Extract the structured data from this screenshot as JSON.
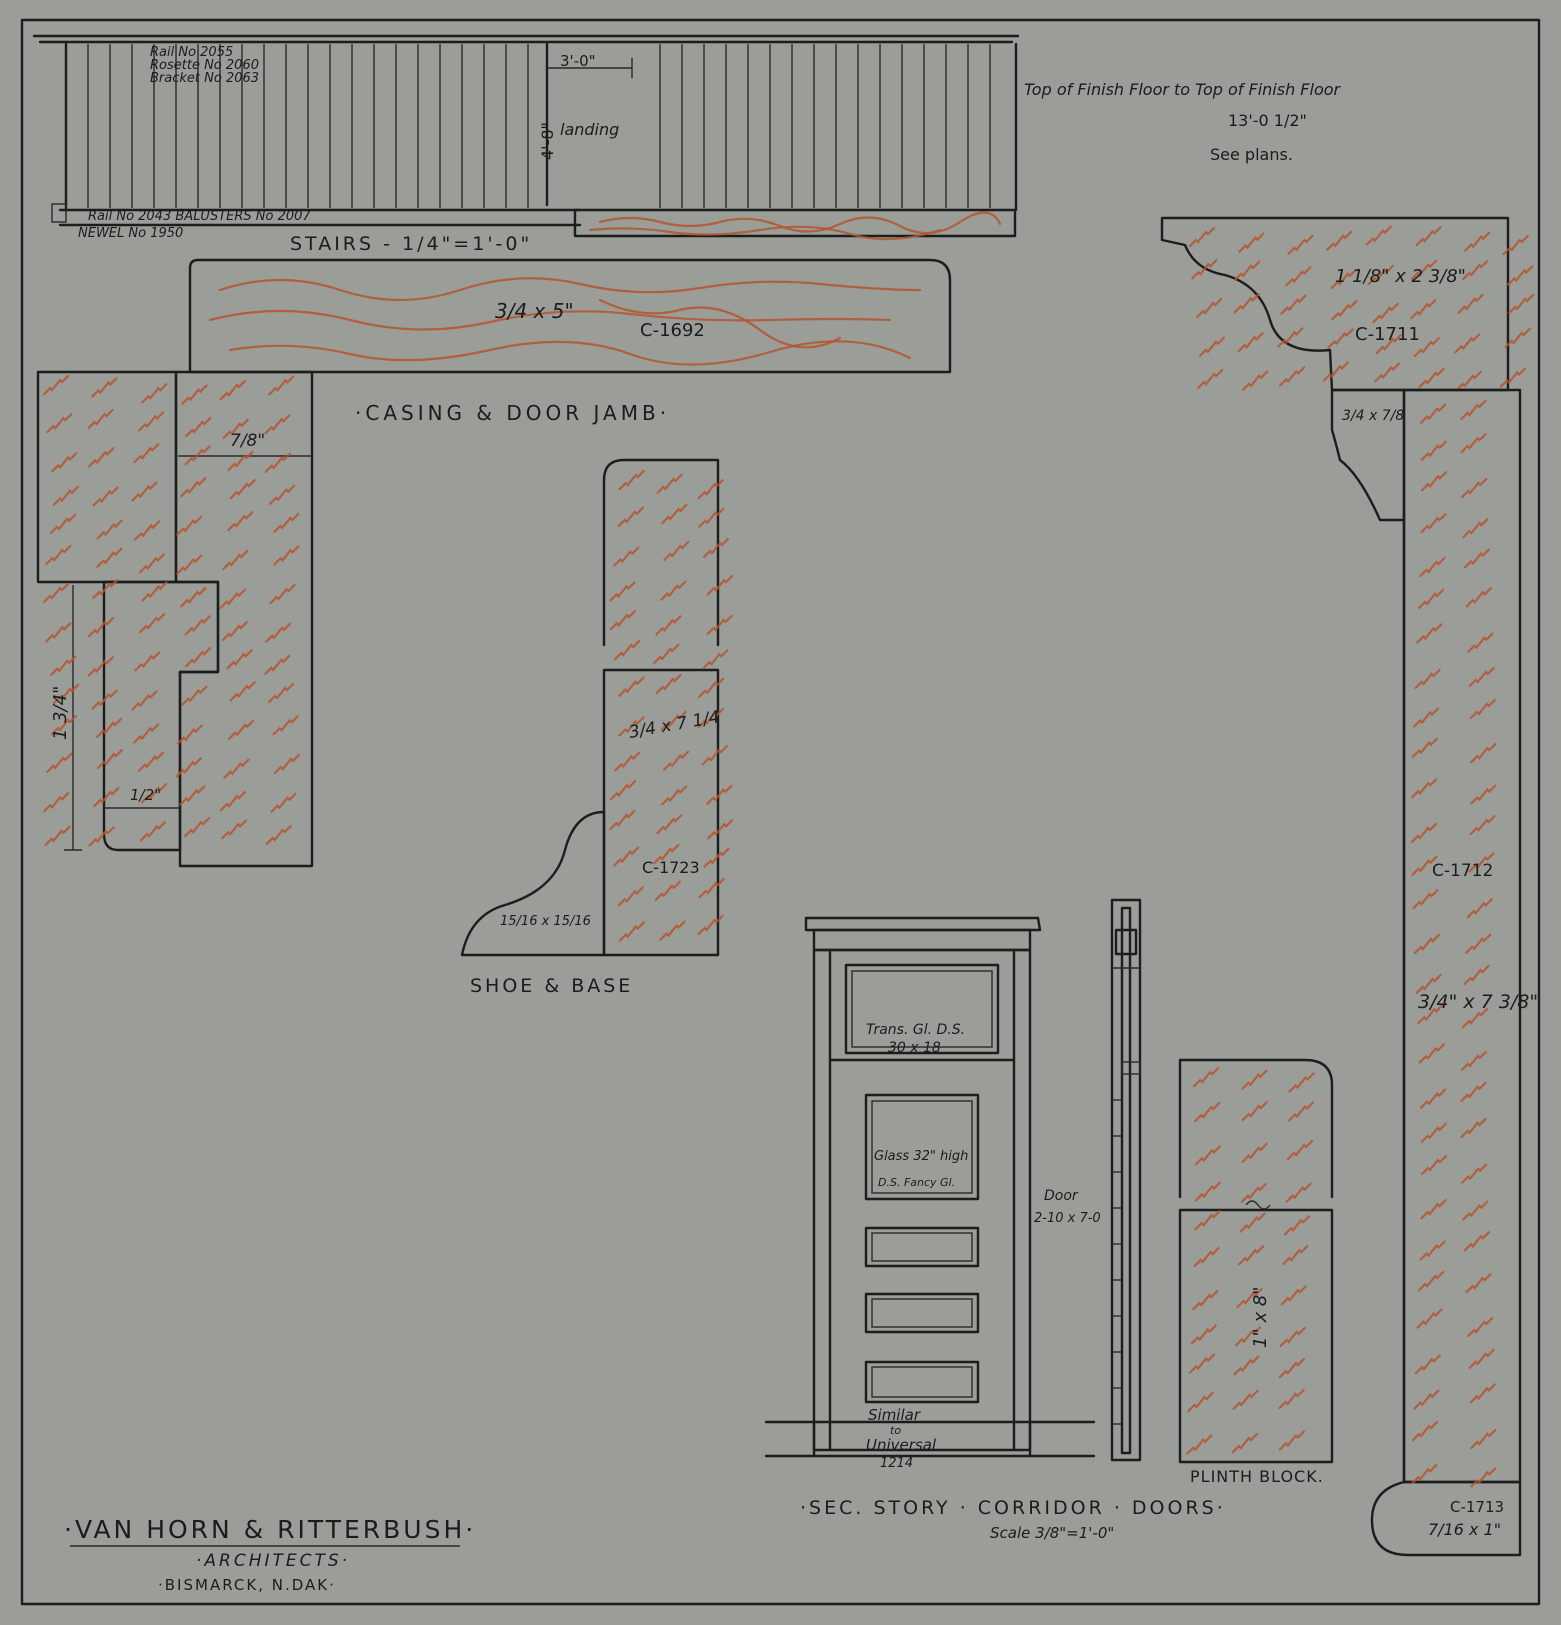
{
  "stairs": {
    "rail_no": "Rail No 2055",
    "rosette_no": "Rosette No 2060",
    "bracket_no": "Bracket No 2063",
    "width_dim": "3'-0\"",
    "height_dim": "4'-8\"",
    "landing": "landing",
    "bottom_rail_balusters": "Rail No 2043   BALUSTERS No 2007",
    "newel": "NEWEL No 1950",
    "title": "STAIRS - 1/4\"=1'-0\""
  },
  "floor_note": {
    "line1": "Top of Finish Floor to Top of Finish Floor",
    "line2": "13'-0 1/2\"",
    "line3": "See plans."
  },
  "casing": {
    "size": "3/4 x 5\"",
    "code": "C-1692",
    "jamb_dim": "7/8\"",
    "height_dim": "1 3/4\"",
    "small_dim": "1/2\"",
    "title": "·CASING & DOOR JAMB·"
  },
  "base": {
    "size": "3/4 x 7 1/4",
    "code": "C-1723",
    "shoe_size": "15/16 x 15/16",
    "title": "SHOE & BASE"
  },
  "cornice": {
    "size": "1 1/8\" x 2 3/8\"",
    "code": "C-1711",
    "small_size": "3/4 x 7/8"
  },
  "right_casing": {
    "code": "C-1712",
    "size": "3/4\" x 7 3/8\"",
    "bottom_code": "C-1713",
    "bottom_size": "7/16 x 1\""
  },
  "door": {
    "transom": "Trans. Gl. D.S.",
    "transom_size": "30 x 18",
    "glass_line1": "Glass 32\" high",
    "glass_line2": "D.S. Fancy Gl.",
    "door_label": "Door",
    "door_size": "2-10 x 7-0",
    "similar_line1": "Similar",
    "similar_line2": "to",
    "similar_line3": "Universal",
    "similar_line4": "1214",
    "plinth_size": "1\" x 8\"",
    "plinth_label": "PLINTH BLOCK.",
    "title": "·SEC. STORY · CORRIDOR · DOORS·",
    "scale": "Scale 3/8\"=1'-0\""
  },
  "architect": {
    "firm": "·VAN HORN & RITTERBUSH·",
    "role": "·ARCHITECTS·",
    "city": "·BISMARCK,   N.DAK·"
  },
  "colors": {
    "paper": "#9a9d98",
    "ink": "#1d1d1d",
    "grain": "#b4552f"
  }
}
